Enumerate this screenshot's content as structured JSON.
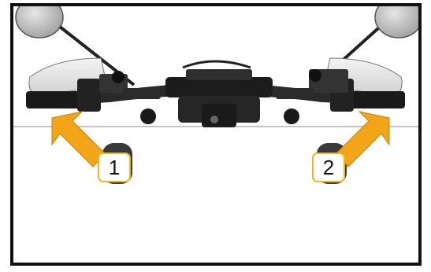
{
  "callouts": [
    {
      "label": "1",
      "side": "left",
      "points_to": "left-handlebar-controls"
    },
    {
      "label": "2",
      "side": "right",
      "points_to": "right-handlebar-controls"
    }
  ],
  "colors": {
    "arrow": "#f2a516",
    "callout_border": "#f0b51f",
    "frame": "#111111",
    "handguard": "#e9e9e9",
    "metal": "#1c1c1c",
    "mirror": "#c9c9c9"
  },
  "icons": [
    "left-mirror-icon",
    "right-mirror-icon",
    "left-arrow-icon",
    "right-arrow-icon"
  ]
}
